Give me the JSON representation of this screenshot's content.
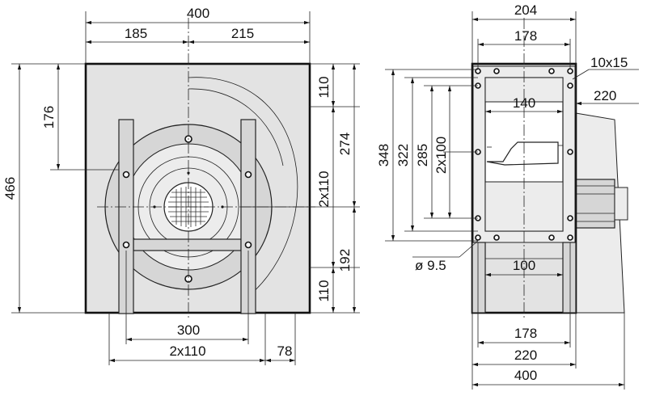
{
  "front_view": {
    "width_total": "400",
    "width_left": "185",
    "width_right": "215",
    "height_total": "466",
    "upper_offset": "176",
    "right_top": "110",
    "right_mid": "274",
    "right_span": "2x110",
    "right_lower": "192",
    "right_bottom": "110",
    "base_span": "300",
    "base_holes": "2x110",
    "base_offset": "78"
  },
  "side_view": {
    "width_top": "204",
    "flange_width": "178",
    "slot": "10x15",
    "outlet_offset": "220",
    "outlet_width": "140",
    "height_outer": "348",
    "height_holes": "322",
    "height_inner": "285",
    "height_hole_span": "2x100",
    "hole_diameter": "ø 9.5",
    "base_inner": "100",
    "base_mid": "178",
    "base_outer": "220",
    "base_total": "400"
  }
}
